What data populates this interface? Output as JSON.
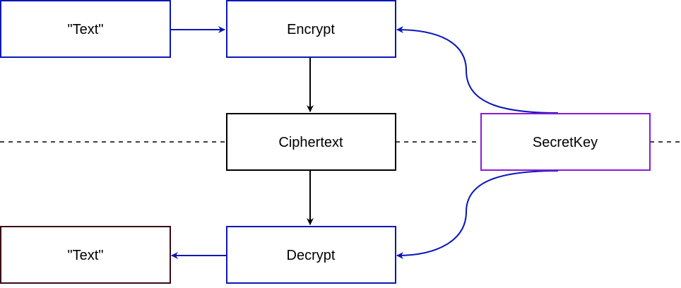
{
  "diagram": {
    "nodes": {
      "input_text": {
        "label": "\"Text\"",
        "border_color": "#0b17b8"
      },
      "encrypt": {
        "label": "Encrypt",
        "border_color": "#0b17b8"
      },
      "ciphertext": {
        "label": "Ciphertext",
        "border_color": "#000000"
      },
      "secret_key": {
        "label": "SecretKey",
        "border_color": "#8a1ad6"
      },
      "decrypt": {
        "label": "Decrypt",
        "border_color": "#0b17b8"
      },
      "output_text": {
        "label": "\"Text\"",
        "border_color": "#3a0a14"
      }
    },
    "edges": [
      {
        "from": "input_text",
        "to": "encrypt",
        "color": "#0b17b8"
      },
      {
        "from": "encrypt",
        "to": "ciphertext",
        "color": "#000000"
      },
      {
        "from": "ciphertext",
        "to": "decrypt",
        "color": "#000000"
      },
      {
        "from": "decrypt",
        "to": "output_text",
        "color": "#0b17b8"
      },
      {
        "from": "secret_key",
        "to": "encrypt",
        "color": "#0b17b8"
      },
      {
        "from": "secret_key",
        "to": "decrypt",
        "color": "#0b17b8"
      }
    ]
  }
}
